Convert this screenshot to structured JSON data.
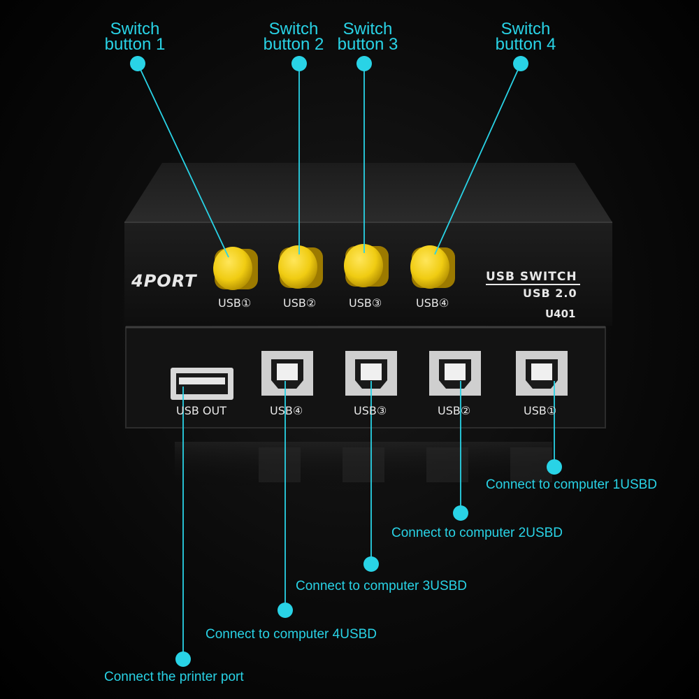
{
  "device": {
    "brand_mark": "4PORT",
    "title": "USB SWITCH",
    "subtitle": "USB 2.0",
    "model": "U401",
    "buttons": [
      {
        "label": "USB①"
      },
      {
        "label": "USB②"
      },
      {
        "label": "USB③"
      },
      {
        "label": "USB④"
      }
    ],
    "ports": [
      {
        "label": "USB OUT"
      },
      {
        "label": "USB④"
      },
      {
        "label": "USB③"
      },
      {
        "label": "USB②"
      },
      {
        "label": "USB①"
      }
    ]
  },
  "callouts": {
    "switch_buttons": [
      {
        "line1": "Switch",
        "line2": "button 1"
      },
      {
        "line1": "Switch",
        "line2": "button 2"
      },
      {
        "line1": "Switch",
        "line2": "button 3"
      },
      {
        "line1": "Switch",
        "line2": "button 4"
      }
    ],
    "ports": [
      {
        "text": "Connect to computer 1USBD"
      },
      {
        "text": "Connect to computer 2USBD"
      },
      {
        "text": "Connect to computer 3USBD"
      },
      {
        "text": "Connect to computer 4USBD"
      },
      {
        "text": "Connect the printer port"
      }
    ]
  },
  "colors": {
    "accent": "#29d3e6",
    "button_yellow": "#f2d21a",
    "device_body": "#141414"
  }
}
